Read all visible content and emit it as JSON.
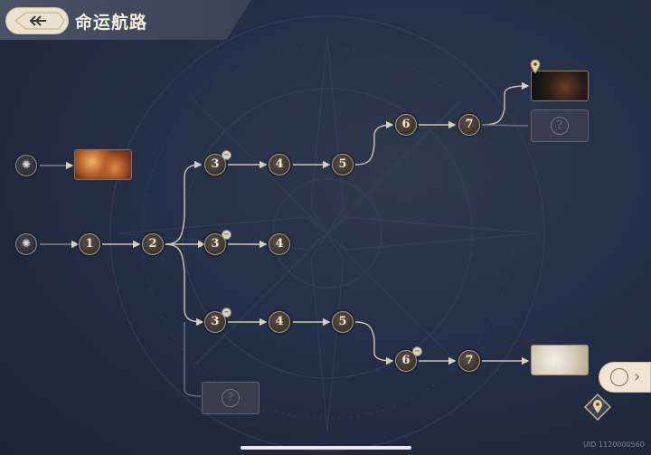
{
  "header": {
    "title": "命运航路"
  },
  "nodes": [
    {
      "id": "s1",
      "label": "",
      "type": "start",
      "icon": "spiral-icon"
    },
    {
      "id": "s2",
      "label": "",
      "type": "start",
      "icon": "spiral-icon"
    },
    {
      "id": "n1",
      "label": "1"
    },
    {
      "id": "n2",
      "label": "2"
    },
    {
      "id": "a3",
      "label": "3",
      "badge": true
    },
    {
      "id": "a4",
      "label": "4"
    },
    {
      "id": "a5",
      "label": "5"
    },
    {
      "id": "a6",
      "label": "6"
    },
    {
      "id": "a7",
      "label": "7"
    },
    {
      "id": "b3",
      "label": "3",
      "badge": true
    },
    {
      "id": "b4",
      "label": "4"
    },
    {
      "id": "c3",
      "label": "3",
      "badge": true
    },
    {
      "id": "c4",
      "label": "4"
    },
    {
      "id": "c5",
      "label": "5"
    },
    {
      "id": "c6",
      "label": "6",
      "badge": true
    },
    {
      "id": "c7",
      "label": "7"
    }
  ],
  "locked_label": "?",
  "side_button": {
    "chevron": "›",
    "icon": "compass-icon"
  },
  "locate_button": {
    "icon": "location-pin-icon"
  },
  "uid": "UID 1120000560"
}
